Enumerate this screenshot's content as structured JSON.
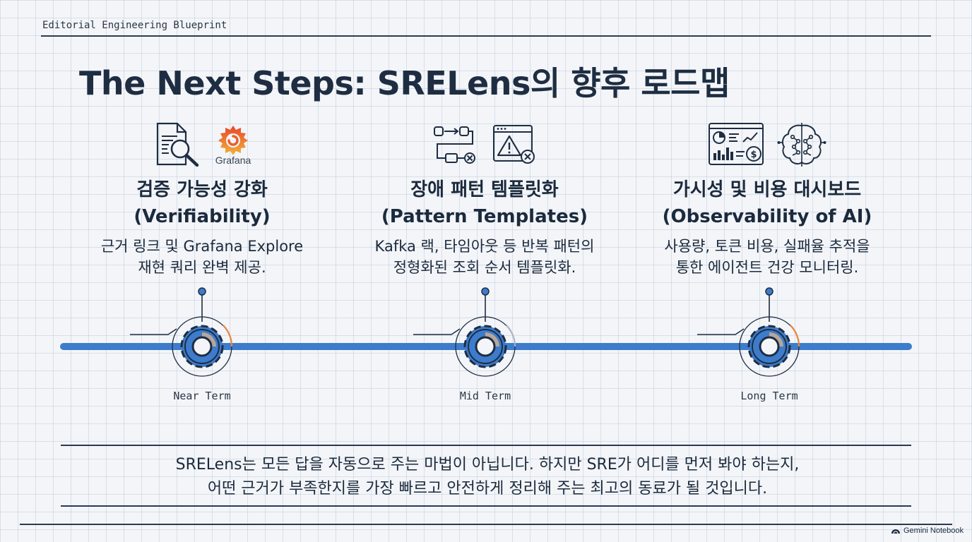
{
  "header": {
    "label": "Editorial Engineering Blueprint"
  },
  "title": "The Next Steps: SRELens의 향후 로드맵",
  "columns": [
    {
      "title_ko": "검증 가능성 강화",
      "title_en": "(Verifiability)",
      "desc_line1": "근거 링크 및 Grafana Explore",
      "desc_line2": "재현 쿼리 완벽 제공.",
      "icons": [
        "document-search-icon",
        "grafana-logo-icon"
      ],
      "logo_text": "Grafana"
    },
    {
      "title_ko": "장애 패턴 템플릿화",
      "title_en": "(Pattern Templates)",
      "desc_line1": "Kafka 랙, 타임아웃 등 반복 패턴의",
      "desc_line2": "정형화된 조회 순서 템플릿화.",
      "icons": [
        "workflow-icon",
        "warning-window-icon"
      ]
    },
    {
      "title_ko": "가시성 및 비용 대시보드",
      "title_en": "(Observability of AI)",
      "desc_line1": "사용량, 토큰 비용, 실패율 추적을",
      "desc_line2": "통한 에이전트 건강 모니터링.",
      "icons": [
        "cost-dashboard-icon",
        "ai-brain-icon"
      ]
    }
  ],
  "timeline": {
    "phases": [
      "Near Term",
      "Mid Term",
      "Long Term"
    ],
    "line_color": "#3d7ccc",
    "accent_color": "#e8873a"
  },
  "quote": {
    "line1": "SRELens는 모든 답을 자동으로 주는 마법이 아닙니다. 하지만 SRE가 어디를 먼저 봐야 하는지,",
    "line2": "어떤 근거가 부족한지를 가장 빠르고 안전하게 정리해 주는 최고의 동료가 될 것입니다."
  },
  "brand": "Gemini Notebook"
}
